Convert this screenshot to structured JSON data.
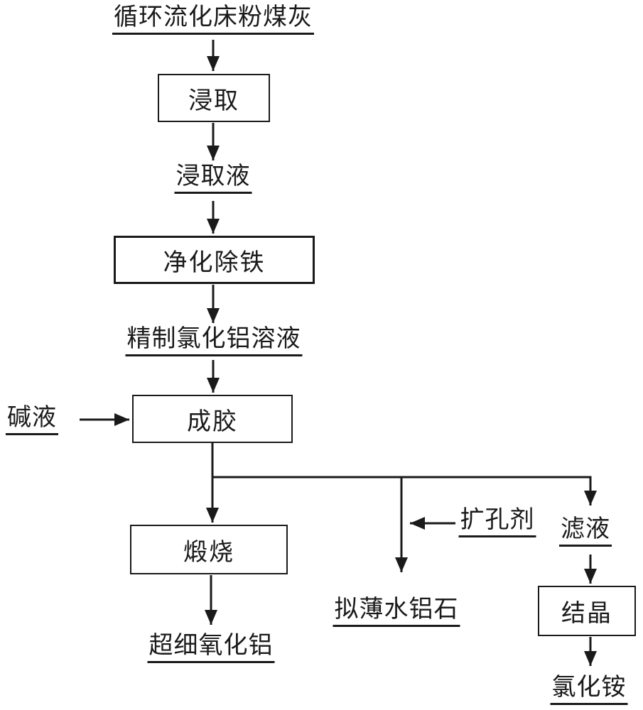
{
  "page": {
    "background": "#ffffff",
    "line_color": "#1a1a1a",
    "text_color": "#1a1a1a"
  },
  "flowchart": {
    "labels": {
      "source": "循环流化床粉煤灰",
      "leachate": "浸取液",
      "refined_solution": "精制氯化铝溶液",
      "alkali": "碱液",
      "pore_expander": "扩孔剂",
      "filtrate": "滤液",
      "pseudoboehmite": "拟薄水铝石",
      "ultrafine_alumina": "超细氧化铝",
      "ammonium_chloride": "氯化铵"
    },
    "process_boxes": {
      "leaching": "浸取",
      "purify_deiron": "净化除铁",
      "gelation": "成胶",
      "calcination": "煅烧",
      "crystallization": "结晶"
    }
  }
}
